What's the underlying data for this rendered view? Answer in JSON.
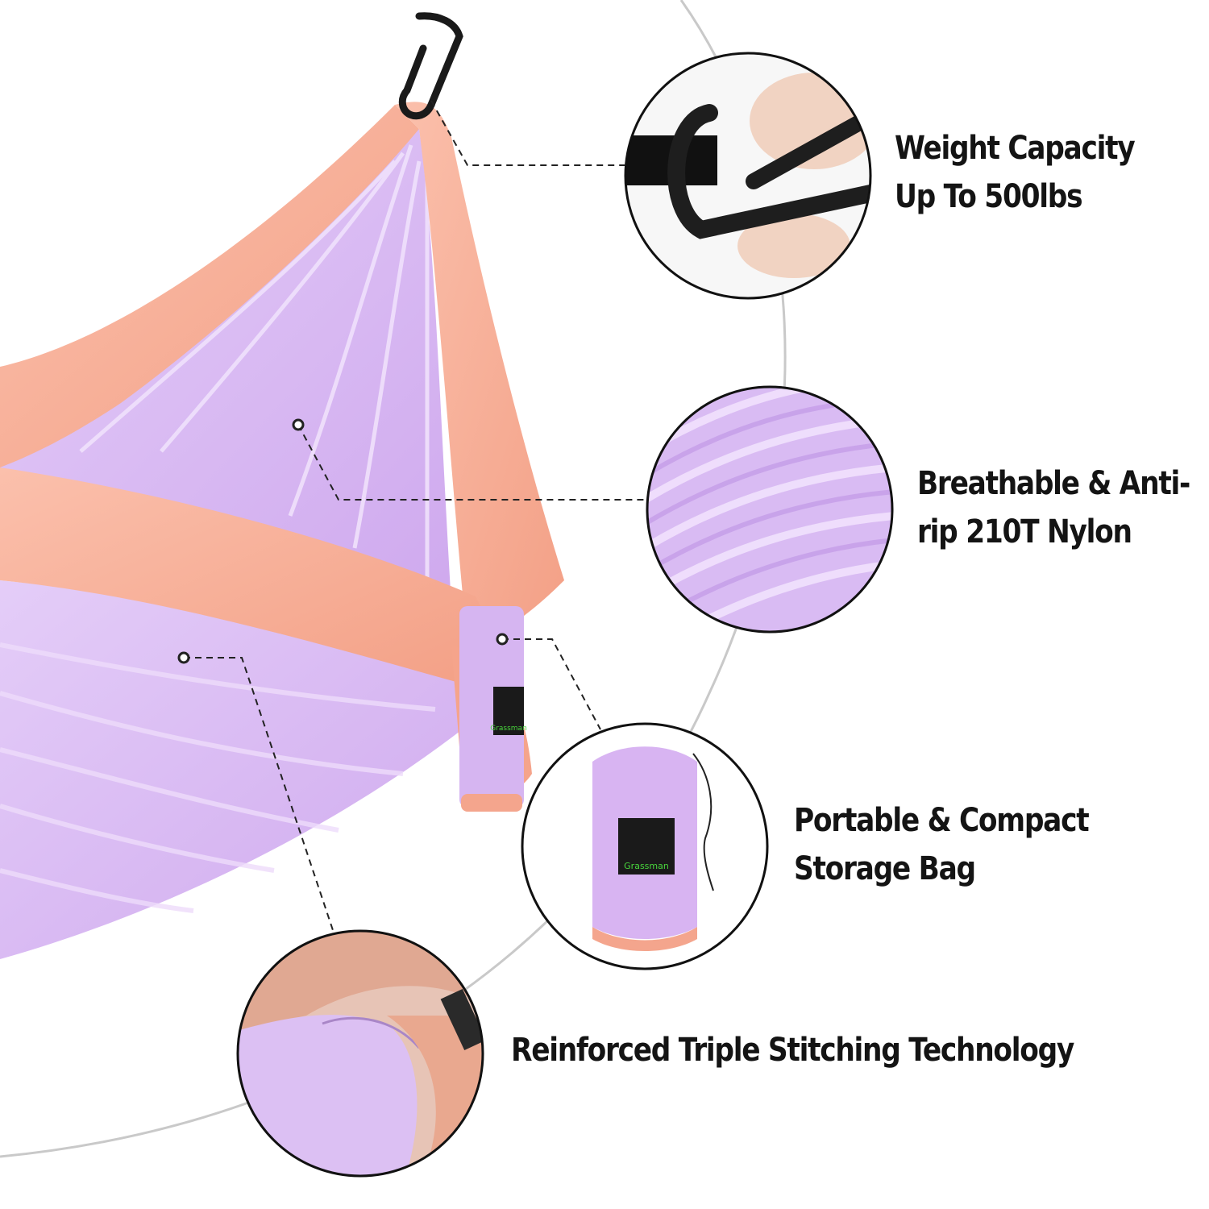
{
  "brand": {
    "name": "Grassman",
    "badge_text_color": "#48d43c"
  },
  "colors": {
    "hammock_lavender": "#d6b5f1",
    "hammock_lavender_light": "#e6d0f8",
    "hammock_salmon": "#f6ab95",
    "hammock_salmon_light": "#fbc4b2",
    "callout_ring": "#111111",
    "backdrop_arc": "#c8c8c8",
    "label_text": "#141414"
  },
  "features": [
    {
      "icon": "carabiner-closeup",
      "lines": [
        "Weight Capacity",
        "Up To 500lbs"
      ]
    },
    {
      "icon": "nylon-fabric-closeup",
      "lines": [
        "Breathable & Anti-",
        "rip 210T Nylon"
      ]
    },
    {
      "icon": "storage-bag-closeup",
      "lines": [
        "Portable & Compact",
        "Storage Bag"
      ]
    },
    {
      "icon": "stitching-closeup",
      "lines": [
        "Reinforced Triple Stitching Technology"
      ]
    }
  ]
}
